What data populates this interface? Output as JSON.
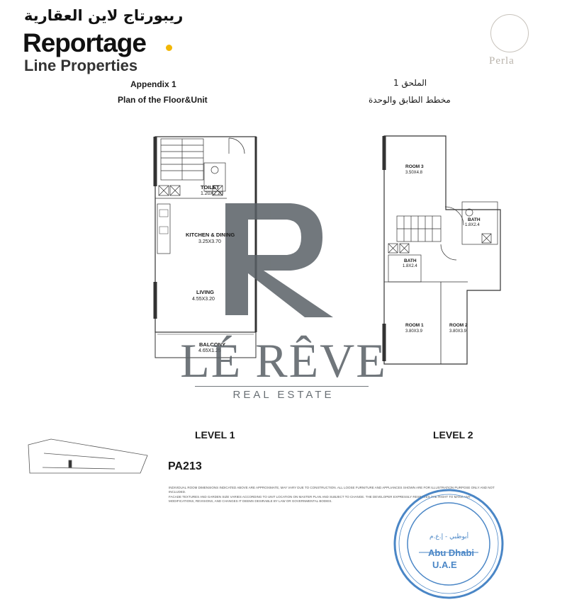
{
  "header": {
    "logo_arabic": "ريبورتاج لاين العقارية",
    "logo_name": "Reportage",
    "logo_sub": "Line Properties",
    "partner_logo_text": "Perla",
    "brand_accent": "#f2b705"
  },
  "titles": {
    "appendix_en": "Appendix 1",
    "plan_en": "Plan of the Floor&Unit",
    "appendix_ar": "الملحق 1",
    "plan_ar": "مخطط الطابق والوحدة"
  },
  "level1_rooms": [
    {
      "name": "TOILET",
      "dims": "1.20X2.20"
    },
    {
      "name": "KITCHEN & DINING",
      "dims": "3.25X3.70"
    },
    {
      "name": "LIVING",
      "dims": "4.55X3.20"
    },
    {
      "name": "BALCONY",
      "dims": "4.65X1.25"
    }
  ],
  "level2_rooms": [
    {
      "name": "ROOM 3",
      "dims": "3.50X4.8"
    },
    {
      "name": "BATH",
      "dims": "1.8X2.4"
    },
    {
      "name": "BATH",
      "dims": "1.8X2.4"
    },
    {
      "name": "ROOM 1",
      "dims": "3.80X3.9"
    },
    {
      "name": "ROOM 2",
      "dims": "3.80X3.9"
    }
  ],
  "levels": {
    "level1": "LEVEL 1",
    "level2": "LEVEL 2"
  },
  "unit_code": "PA213",
  "notes": [
    "INDIVIDUAL ROOM DIMENSIONS INDICATED ABOVE ARE APPROXIMATE, MAY VARY DUE TO CONSTRUCTION. ALL LOOSE FURNITURE AND APPLIANCES SHOWN ARE FOR ILLUSTRATION PURPOSE ONLY AND NOT INCLUDED.",
    "FACADE TEXTURES AND GARDEN SIZE VARIES ACCORDING TO UNIT LOCATION ON MASTER PLAN AND SUBJECT TO CHANGE. THE DEVELOPER EXPRESSLY RESERVES THE RIGHT TO MAKE ANY MODIFICATIONS, REVISIONS, AND CHANGES IT DEEMS DESIRABLE BY LAW OR GOVERNMENTAL BODIES."
  ],
  "watermark": {
    "name": "LÉ RÊVE",
    "sub": "REAL ESTATE",
    "color": "#596066"
  },
  "stamp": {
    "arabic_small": "أبوظبي - إ.ع.م",
    "city": "Abu Dhabi",
    "country": "U.A.E",
    "color": "#4a86c6"
  }
}
